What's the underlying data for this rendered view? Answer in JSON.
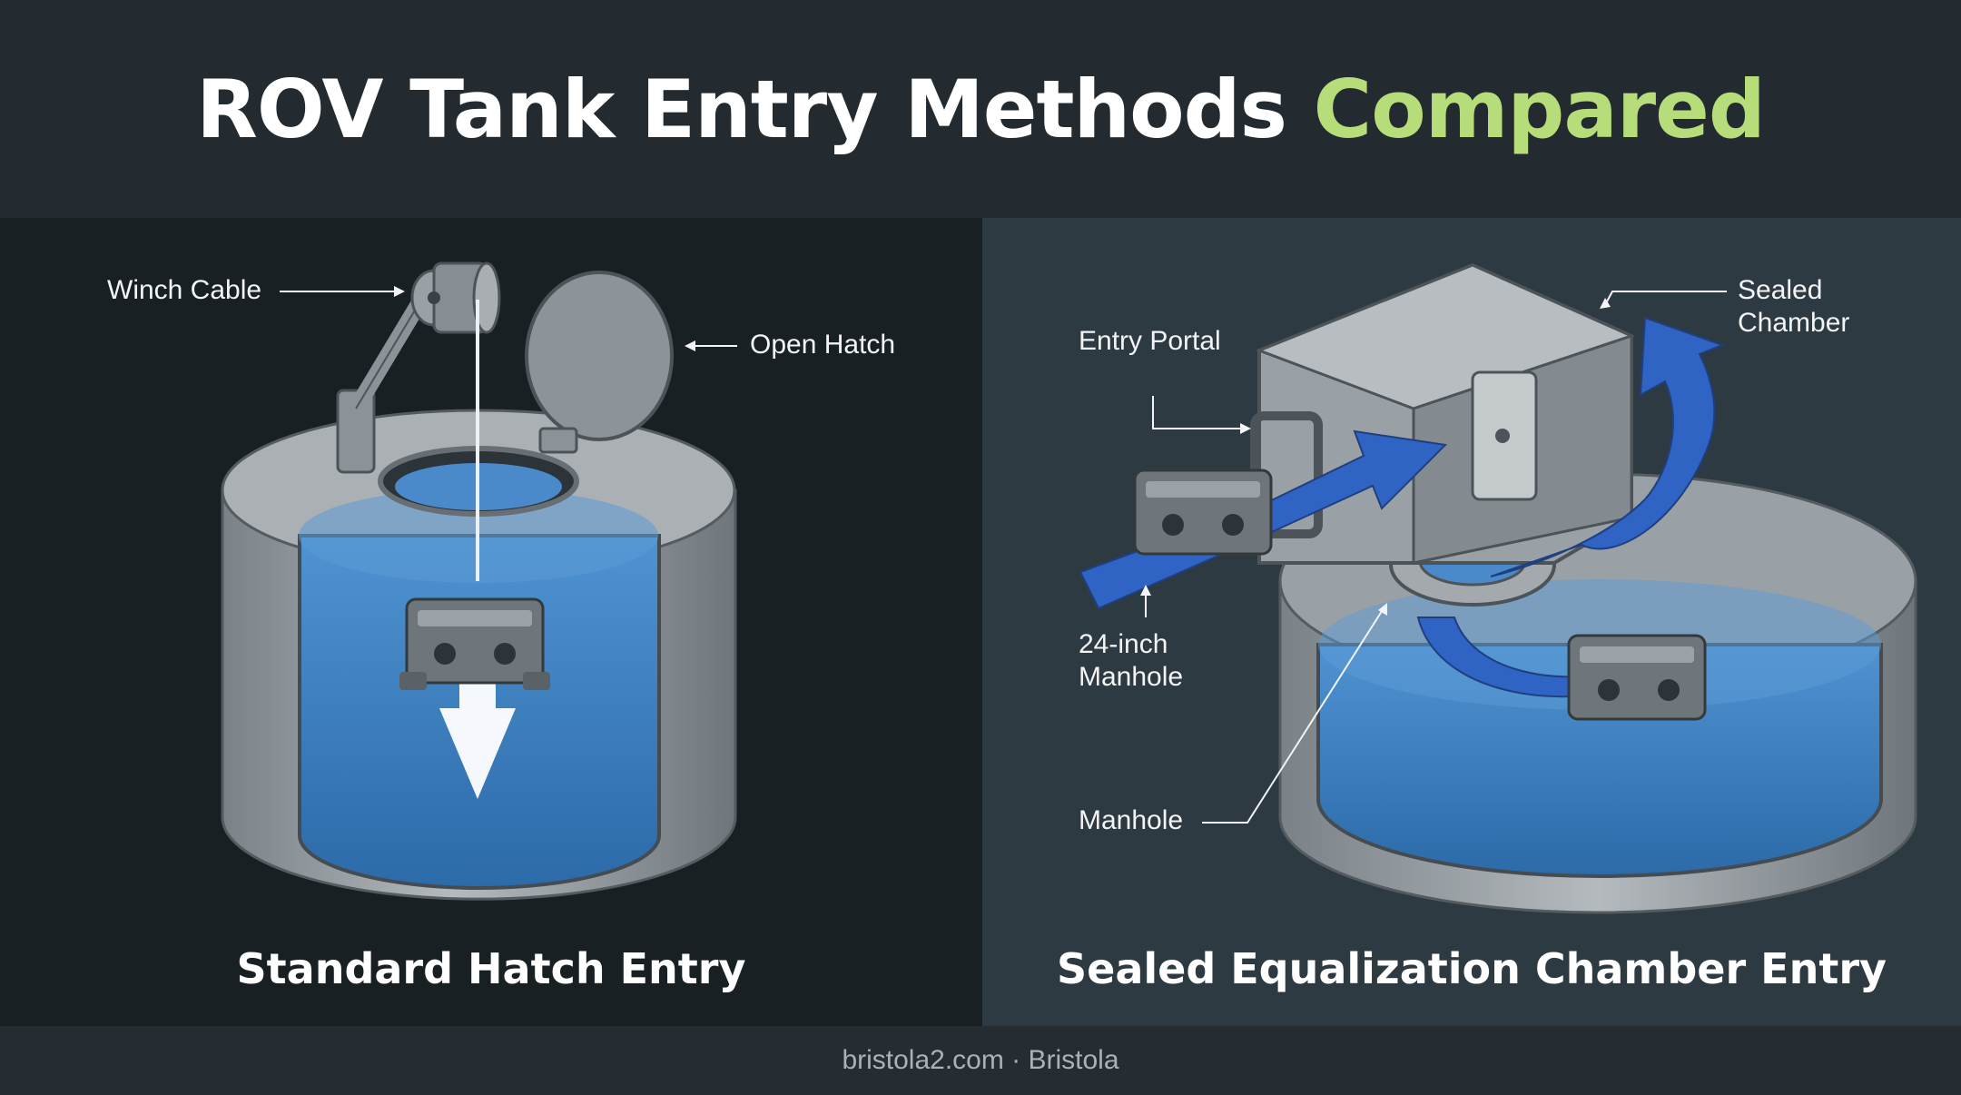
{
  "header": {
    "title_main": "ROV Tank Entry Methods",
    "title_accent": "Compared"
  },
  "left_panel": {
    "caption": "Standard Hatch Entry",
    "labels": {
      "winch_cable": "Winch Cable",
      "open_hatch": "Open Hatch"
    }
  },
  "right_panel": {
    "caption": "Sealed Equalization Chamber Entry",
    "labels": {
      "entry_portal": "Entry Portal",
      "sealed_chamber_line1": "Sealed",
      "sealed_chamber_line2": "Chamber",
      "manhole_24_line1": "24-inch",
      "manhole_24_line2": "Manhole",
      "manhole": "Manhole"
    }
  },
  "footer": {
    "text": "bristola2.com · Bristola"
  },
  "colors": {
    "accent": "#b6dd79",
    "water": "#3f7fc0",
    "arrow_blue": "#2f63c4",
    "metal": "#9aa1a6"
  }
}
